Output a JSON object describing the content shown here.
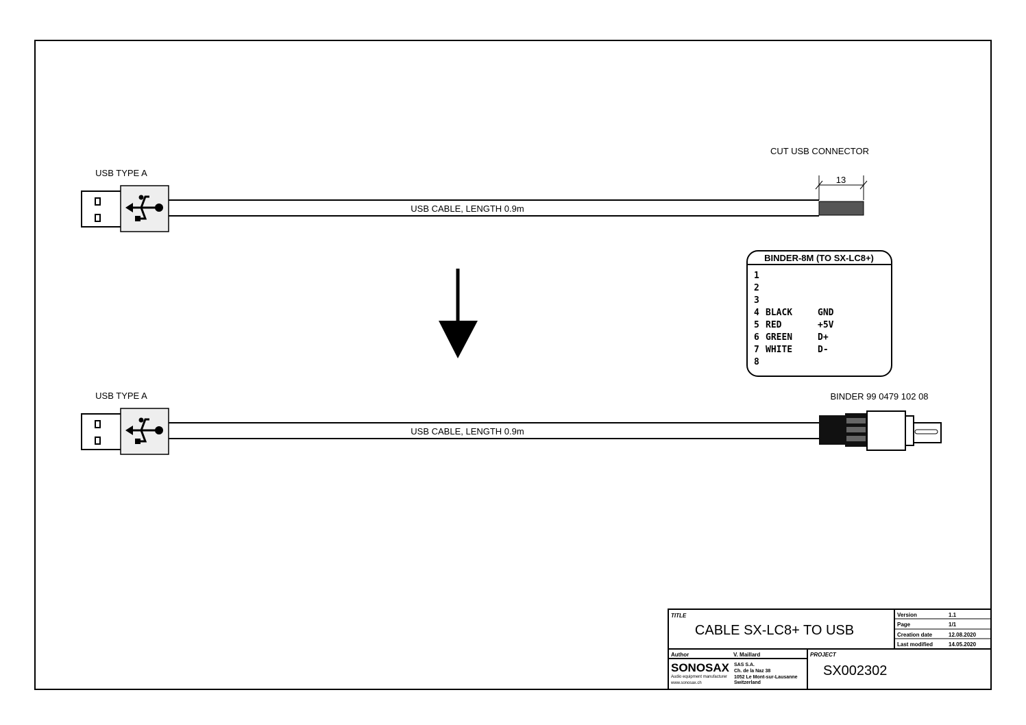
{
  "top_assembly": {
    "left_label": "USB TYPE A",
    "cable_label": "USB CABLE, LENGTH  0.9m",
    "right_label": "CUT USB CONNECTOR",
    "dimension": "13"
  },
  "bottom_assembly": {
    "left_label": "USB TYPE A",
    "cable_label": "USB CABLE, LENGTH  0.9m",
    "right_label": "BINDER 99 0479 102 08"
  },
  "pinout": {
    "title": "BINDER-8M (TO SX-LC8+)",
    "rows": [
      {
        "pin": "1",
        "color": "",
        "signal": ""
      },
      {
        "pin": "2",
        "color": "",
        "signal": ""
      },
      {
        "pin": "3",
        "color": "",
        "signal": ""
      },
      {
        "pin": "4",
        "color": "BLACK",
        "signal": "GND"
      },
      {
        "pin": "5",
        "color": "RED",
        "signal": "+5V"
      },
      {
        "pin": "6",
        "color": "GREEN",
        "signal": "D+"
      },
      {
        "pin": "7",
        "color": "WHITE",
        "signal": "D-"
      },
      {
        "pin": "8",
        "color": "",
        "signal": ""
      }
    ]
  },
  "title_block": {
    "title_caption": "TITLE",
    "title": "CABLE SX-LC8+ TO USB",
    "version_label": "Version",
    "version": "1.1",
    "page_label": "Page",
    "page": "1/1",
    "creation_label": "Creation date",
    "creation": "12.08.2020",
    "modified_label": "Last modified",
    "modified": "14.05.2020",
    "author_label": "Author",
    "author": "V. Maillard",
    "company_logo": "SONOSAX",
    "company_tagline": "Audio equipment manufacturer",
    "company_web": "www.sonosax.ch",
    "address": [
      "SAS S.A.",
      "Ch. de la Naz 38",
      "1052 Le Mont-sur-Lausanne",
      "Switzerland"
    ],
    "project_caption": "PROJECT",
    "project": "SX002302"
  }
}
